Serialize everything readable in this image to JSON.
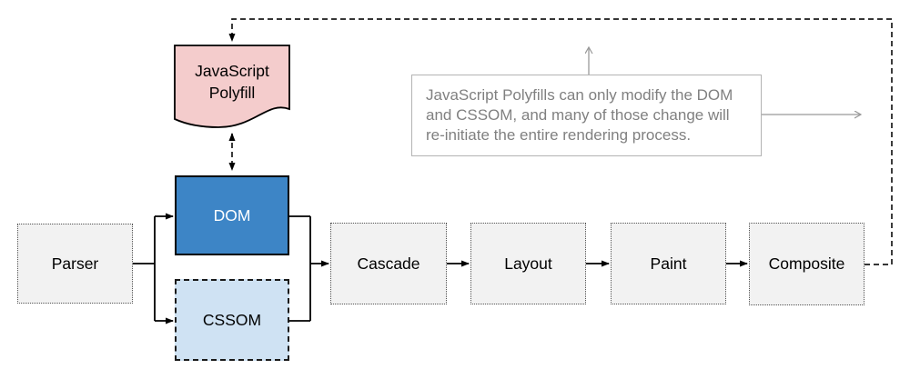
{
  "diagram": {
    "nodes": {
      "parser": {
        "label": "Parser"
      },
      "dom": {
        "label": "DOM"
      },
      "cssom": {
        "label": "CSSOM"
      },
      "polyfill": {
        "line1": "JavaScript",
        "line2": "Polyfill"
      },
      "cascade": {
        "label": "Cascade"
      },
      "layout": {
        "label": "Layout"
      },
      "paint": {
        "label": "Paint"
      },
      "composite": {
        "label": "Composite"
      }
    },
    "annotation": {
      "lines": [
        "JavaScript Polyfills can only modify the DOM",
        "and CSSOM, and many of those change will",
        "re-initiate the entire rendering process."
      ]
    },
    "colors": {
      "dom_fill": "#3d85c6",
      "cssom_fill": "#cfe2f3",
      "polyfill_fill": "#f4cccc",
      "stage_fill": "#f2f2f2",
      "line": "#000000",
      "annotation_border": "#b3b3b3",
      "annotation_text": "#808080",
      "gray_arrow": "#999999"
    }
  }
}
